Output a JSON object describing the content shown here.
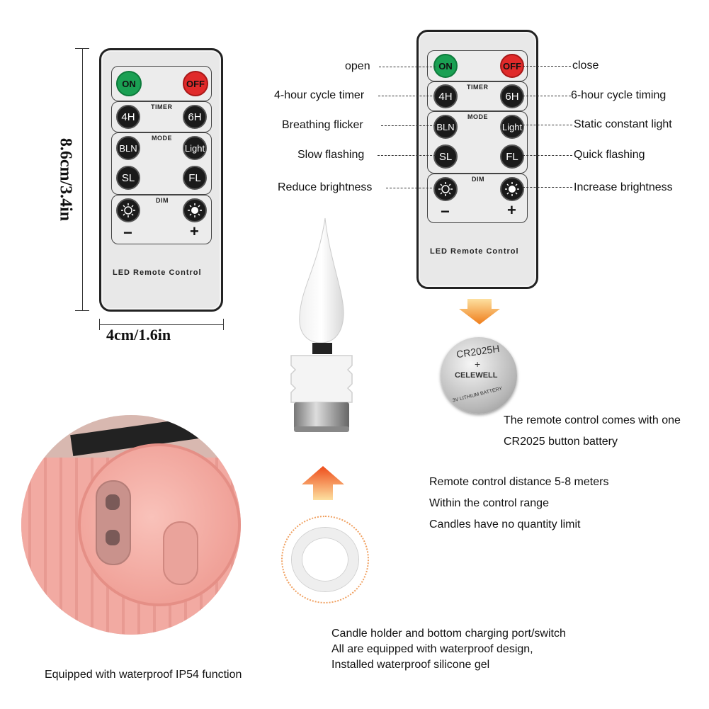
{
  "remote": {
    "on_label": "ON",
    "off_label": "OFF",
    "timer_label": "TIMER",
    "btn_4h": "4H",
    "btn_6h": "6H",
    "mode_label": "MODE",
    "btn_bln": "BLN",
    "btn_light": "Light",
    "btn_sl": "SL",
    "btn_fl": "FL",
    "dim_label": "DIM",
    "minus": "−",
    "plus": "+",
    "brand_label": "LED Remote Control"
  },
  "dimensions": {
    "height": "8.6cm/3.4in",
    "width": "4cm/1.6in"
  },
  "annotations": {
    "open": "open",
    "close": "close",
    "timer_4h": "4-hour cycle timer",
    "timer_6h": "6-hour cycle timing",
    "breathing": "Breathing flicker",
    "static": "Static constant light",
    "slow": "Slow flashing",
    "quick": "Quick flashing",
    "reduce": "Reduce brightness",
    "increase": "Increase brightness"
  },
  "battery": {
    "model": "CR2025H",
    "brand": "CELEWELL",
    "sub": "3V LITHIUM BATTERY",
    "caption_line1": "The remote control comes with one",
    "caption_line2": "CR2025 button battery"
  },
  "range": {
    "line1": "Remote control distance 5-8 meters",
    "line2": "Within the control range",
    "line3": "Candles have no quantity limit"
  },
  "holder": {
    "line1": "Candle holder and bottom charging port/switch",
    "line2": "All are equipped with waterproof design,",
    "line3": "Installed waterproof silicone gel"
  },
  "waterproof": "Equipped with waterproof IP54 function",
  "colors": {
    "on": "#1aa053",
    "off": "#e02a2a",
    "arrow": "#f08a1c",
    "candle_base": "#f4a9a0"
  }
}
